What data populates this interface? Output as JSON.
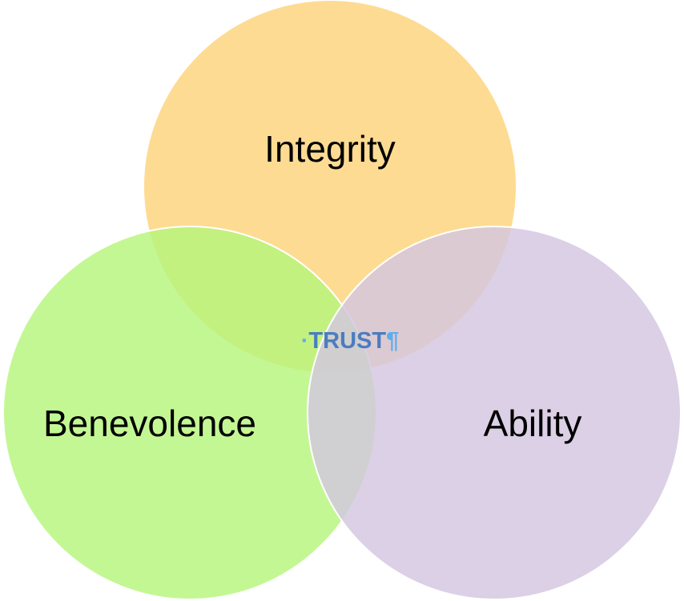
{
  "diagram": {
    "type": "venn",
    "circles": [
      {
        "id": "integrity",
        "label": "Integrity",
        "color": "#fcd37a"
      },
      {
        "id": "benevolence",
        "label": "Benevolence",
        "color": "#b6f57d"
      },
      {
        "id": "ability",
        "label": "Ability",
        "color": "#d3c6df"
      }
    ],
    "center": {
      "label": "TRUST",
      "prefix": "·",
      "suffix": "¶",
      "label_color": "#4a7dbf",
      "mark_color": "#5aaef0"
    },
    "border_color": "#ffffff"
  }
}
